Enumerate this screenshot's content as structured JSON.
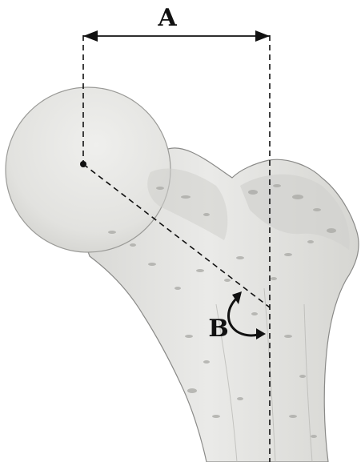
{
  "labels": {
    "a": "A",
    "b": "B"
  },
  "colors": {
    "background": "#ffffff",
    "bone_fill": "#e4e4e2",
    "bone_outline": "#8a8a88",
    "shading": "#c9c9c6",
    "marks": "#111111"
  },
  "icons": {
    "femur": "proximal-femur-illustration"
  }
}
